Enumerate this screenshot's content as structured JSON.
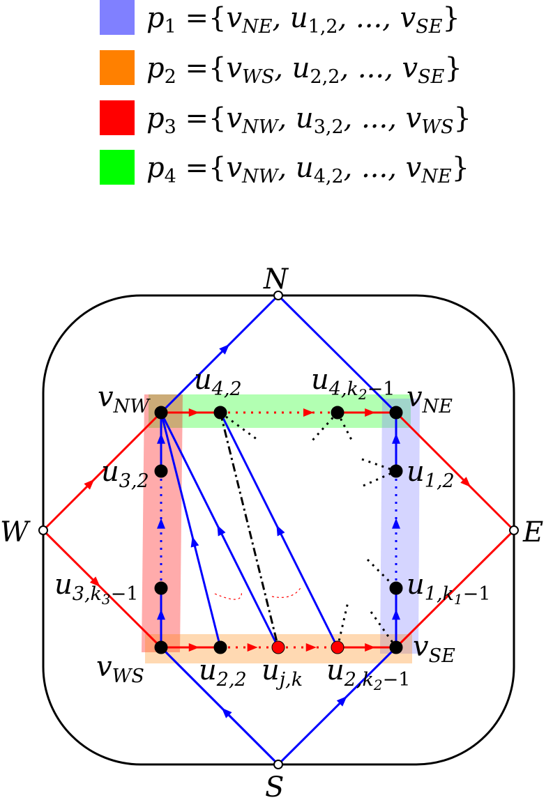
{
  "legend": [
    {
      "color": "#8080ff",
      "label": {
        "p": "p",
        "ps": "1",
        "eq": " ={",
        "a": "v",
        "as": "NE",
        "b": ", u",
        "bs": "1,2",
        "c": ", ..., v",
        "cs": "SE",
        "end": "}"
      }
    },
    {
      "color": "#ff8000",
      "label": {
        "p": "p",
        "ps": "2",
        "eq": " ={",
        "a": "v",
        "as": "WS",
        "b": ", u",
        "bs": "2,2",
        "c": ", ..., v",
        "cs": "SE",
        "end": "}"
      }
    },
    {
      "color": "#ff0000",
      "label": {
        "p": "p",
        "ps": "3",
        "eq": " ={",
        "a": "v",
        "as": "NW",
        "b": ", u",
        "bs": "3,2",
        "c": ", ..., v",
        "cs": "WS",
        "end": "}"
      }
    },
    {
      "color": "#00ff00",
      "label": {
        "p": "p",
        "ps": "4",
        "eq": " ={",
        "a": "v",
        "as": "NW",
        "b": ", u",
        "bs": "4,2",
        "c": ", ..., v",
        "cs": "NE",
        "end": "}"
      }
    }
  ],
  "nodes": {
    "N": {
      "base": "N"
    },
    "W": {
      "base": "W"
    },
    "E": {
      "base": "E"
    },
    "S": {
      "base": "S"
    },
    "vNW": {
      "base": "v",
      "sub": "NW"
    },
    "vNE": {
      "base": "v",
      "sub": "NE"
    },
    "vWS": {
      "base": "v",
      "sub": "WS"
    },
    "vSE": {
      "base": "v",
      "sub": "SE"
    },
    "u42": {
      "base": "u",
      "sub": "4,2"
    },
    "u4k": {
      "base": "u",
      "sub": "4,k",
      "subsub": "2",
      "tail": "−1"
    },
    "u32": {
      "base": "u",
      "sub": "3,2"
    },
    "u3k": {
      "base": "u",
      "sub": "3,k",
      "subsub": "3",
      "tail": "−1"
    },
    "u12": {
      "base": "u",
      "sub": "1,2"
    },
    "u1k": {
      "base": "u",
      "sub": "1,k",
      "subsub": "1",
      "tail": "−1"
    },
    "u22": {
      "base": "u",
      "sub": "2,2"
    },
    "ujk": {
      "base": "u",
      "sub": "j,k"
    },
    "u2k": {
      "base": "u",
      "sub": "2,k",
      "subsub": "2",
      "tail": "−1"
    }
  },
  "colors": {
    "blue": "#0000ff",
    "red": "#ff0000",
    "black": "#000000"
  }
}
